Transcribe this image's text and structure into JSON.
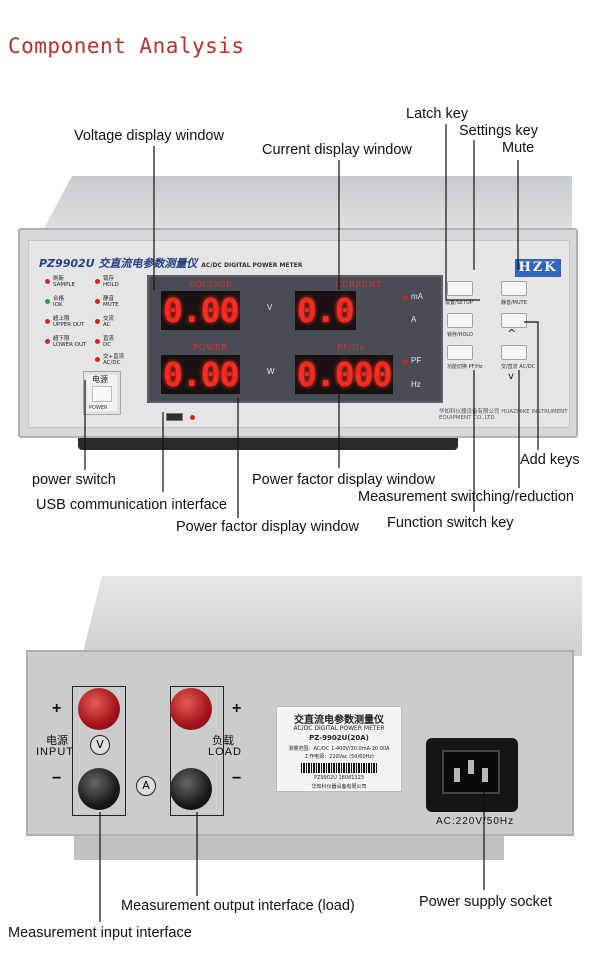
{
  "heading": "Component Analysis",
  "callouts": {
    "voltage_display_window": "Voltage display window",
    "current_display_window": "Current display window",
    "latch_key": "Latch key",
    "settings_key": "Settings key",
    "mute": "Mute",
    "power_switch": "power switch",
    "usb_interface": "USB communication interface",
    "power_factor_display_window_1": "Power factor display window",
    "power_factor_display_window_2": "Power factor display window",
    "add_keys": "Add keys",
    "measurement_switching": "Measurement switching/reduction",
    "function_switch_key": "Function switch key",
    "measurement_output_interface": "Measurement output interface (load)",
    "power_supply_socket": "Power supply socket",
    "measurement_input_interface": "Measurement input interface"
  },
  "front_panel": {
    "model": "PZ9902U 交直流电参数测量仪",
    "subtitle": "AC/DC DIGITAL POWER METER",
    "brand": "HZK",
    "displays": {
      "voltage": {
        "title": "VOLTAGE",
        "value": "0.00",
        "unit": "V"
      },
      "current": {
        "title": "CURRENT",
        "value": "0.0",
        "unit_top": "mA",
        "unit_bottom": "A"
      },
      "power": {
        "title": "POWER",
        "value": "0.00",
        "unit": "W"
      },
      "pf": {
        "title": "PF/Hz",
        "value": "0.000",
        "unit_top": "PF",
        "unit_bottom": "Hz"
      }
    },
    "indicators": [
      {
        "cn": "刷新",
        "en": "SAMPLE"
      },
      {
        "cn": "锁存",
        "en": "HOLD"
      },
      {
        "cn": "合格",
        "en": "IOK"
      },
      {
        "cn": "静音",
        "en": "MUTE"
      },
      {
        "cn": "超上限",
        "en": "UPPER OUT"
      },
      {
        "cn": "交流",
        "en": "AC"
      },
      {
        "cn": "超下限",
        "en": "LOWER OUT"
      },
      {
        "cn": "直流",
        "en": "DC"
      },
      {
        "cn": "交+直流",
        "en": "AC/DC"
      }
    ],
    "power_label_cn": "电源",
    "power_label_en": "POWER",
    "keys": {
      "setup": "设置/SETUP",
      "mute": "静音/MUTE",
      "hold": "锁存/HOLD",
      "func": "功能切换 PF/Hz",
      "acdc": "交/直流 AC/DC"
    },
    "company": "华知科仪器设备有限公司 HUAZHIKE INSTRUMENT EQUIPMENT CO.,LTD"
  },
  "rear_panel": {
    "input_cn": "电源",
    "input_en": "INPUT",
    "load_cn": "负载",
    "load_en": "LOAD",
    "plus": "+",
    "minus": "−",
    "v_symbol": "V",
    "a_symbol": "A",
    "card_title": "交直流电参数测量仪",
    "card_subtitle": "AC/DC DIGITAL POWER METER",
    "card_model": "PZ-9902U(20A)",
    "card_range": "测量范围：AC/DC 1-400V/30.0mA-20.00A",
    "card_power": "工作电源：220Vac (50/60Hz)",
    "card_serial": "PZ9902U  18081323",
    "card_company": "华知科仪器设备有限公司",
    "socket_label": "AC:220V/50Hz"
  },
  "colors": {
    "heading": "#b4322d",
    "led_red": "#ff2a20",
    "display_bg": "#484c54",
    "brand": "#3565b9"
  }
}
